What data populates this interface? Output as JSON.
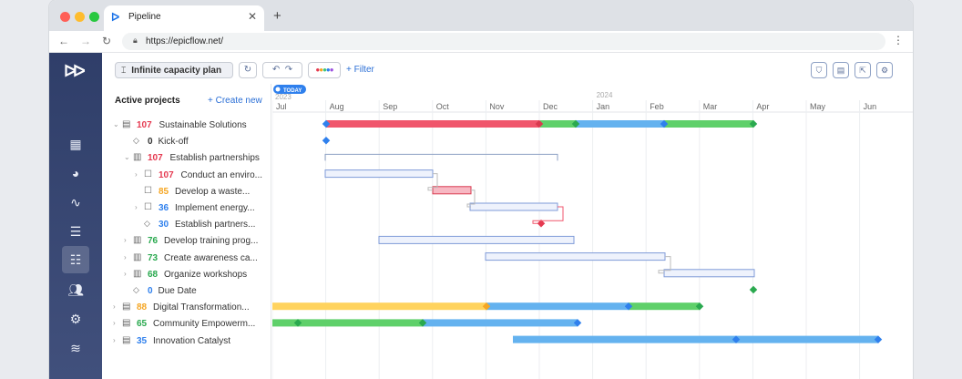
{
  "browser": {
    "tab_title": "Pipeline",
    "tab_close": "✕",
    "new_tab": "+",
    "url": "https://epicflow.net/",
    "traffic_colors": [
      "#ff5f57",
      "#febc2e",
      "#28c840"
    ]
  },
  "toolbar": {
    "plan_label": "Infinite capacity plan",
    "filter_label": "+ Filter",
    "color_dots": [
      "#e53950",
      "#f5a623",
      "#3fc77a",
      "#2f80ed",
      "#9b51e0"
    ]
  },
  "sidebar": {
    "icons": [
      "table-icon",
      "chart-icon",
      "activity-icon",
      "list-icon",
      "gantt-icon",
      "users-icon",
      "settings-icon",
      "forecast-icon"
    ]
  },
  "panel": {
    "header": "Active projects",
    "create_label": "+ Create new"
  },
  "timeline": {
    "today_label": "TODAY",
    "year_2023": "2023",
    "year_2024": "2024",
    "months": [
      "Jul",
      "Aug",
      "Sep",
      "Oct",
      "Nov",
      "Dec",
      "Jan",
      "Feb",
      "Mar",
      "Apr",
      "May",
      "Jun"
    ]
  },
  "rows": [
    {
      "level": 0,
      "chevron": "⌄",
      "icon": "project",
      "num": "107",
      "num_color": "#e53950",
      "name": "Sustainable Solutions"
    },
    {
      "level": 1,
      "chevron": "",
      "icon": "milestone",
      "num": "0",
      "num_color": "#333333",
      "name": "Kick-off"
    },
    {
      "level": 1,
      "chevron": "⌄",
      "icon": "folder",
      "num": "107",
      "num_color": "#e53950",
      "name": "Establish partnerships"
    },
    {
      "level": 2,
      "chevron": "›",
      "icon": "task",
      "num": "107",
      "num_color": "#e53950",
      "name": "Conduct an enviro..."
    },
    {
      "level": 2,
      "chevron": "",
      "icon": "task",
      "num": "85",
      "num_color": "#f5a623",
      "name": "Develop a waste..."
    },
    {
      "level": 2,
      "chevron": "›",
      "icon": "task",
      "num": "36",
      "num_color": "#2f80ed",
      "name": "Implement energy..."
    },
    {
      "level": 2,
      "chevron": "",
      "icon": "milestone",
      "num": "30",
      "num_color": "#2f80ed",
      "name": "Establish partners..."
    },
    {
      "level": 1,
      "chevron": "›",
      "icon": "folder",
      "num": "76",
      "num_color": "#2aa94f",
      "name": "Develop training prog..."
    },
    {
      "level": 1,
      "chevron": "›",
      "icon": "folder",
      "num": "73",
      "num_color": "#2aa94f",
      "name": "Create awareness ca..."
    },
    {
      "level": 1,
      "chevron": "›",
      "icon": "folder",
      "num": "68",
      "num_color": "#2aa94f",
      "name": "Organize workshops"
    },
    {
      "level": 1,
      "chevron": "",
      "icon": "milestone",
      "num": "0",
      "num_color": "#2f80ed",
      "name": "Due Date"
    },
    {
      "level": 0,
      "chevron": "›",
      "icon": "project",
      "num": "88",
      "num_color": "#f5a623",
      "name": "Digital Transformation..."
    },
    {
      "level": 0,
      "chevron": "›",
      "icon": "project",
      "num": "65",
      "num_color": "#2aa94f",
      "name": "Community Empowerm..."
    },
    {
      "level": 0,
      "chevron": "›",
      "icon": "project",
      "num": "35",
      "num_color": "#2f80ed",
      "name": "Innovation Catalyst"
    }
  ]
}
